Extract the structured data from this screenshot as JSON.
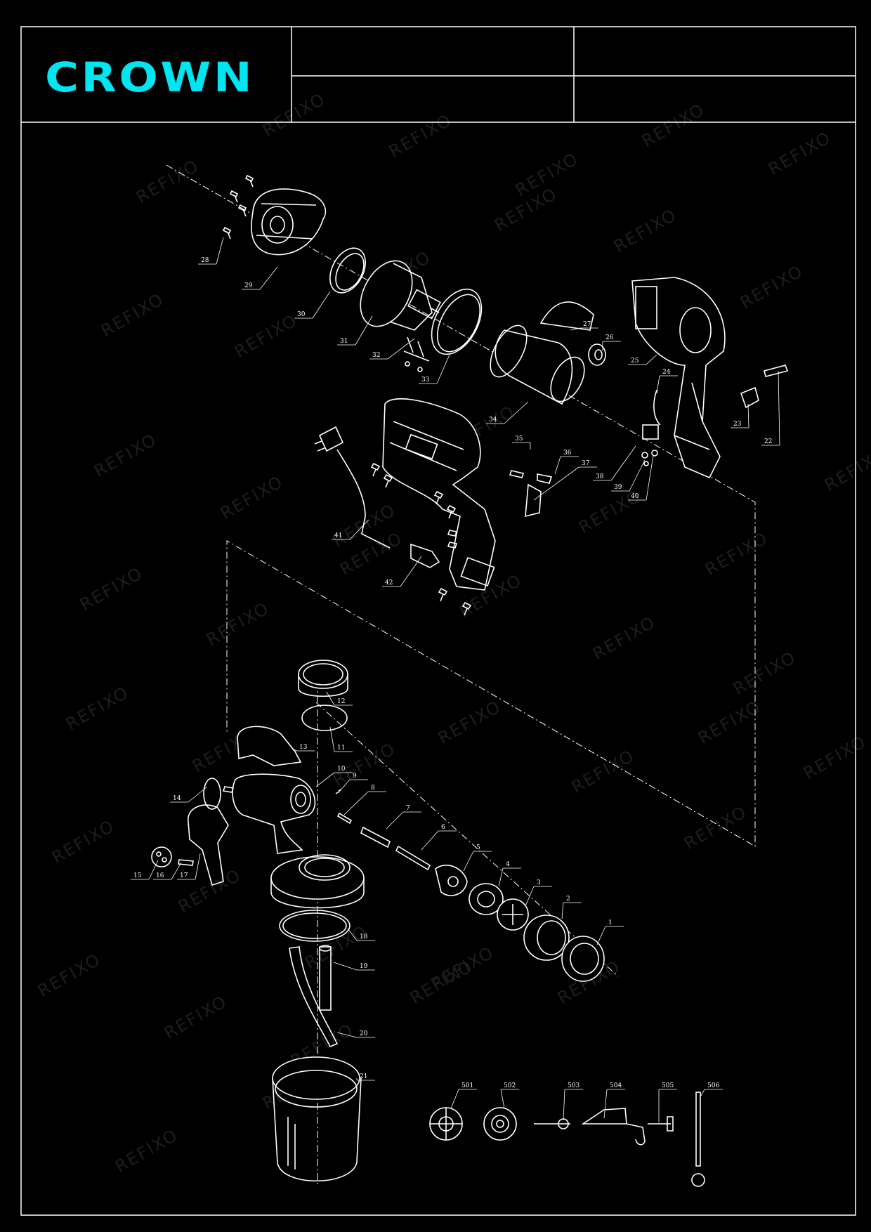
{
  "brand": {
    "name": "CROWN",
    "color": "#00e5f0"
  },
  "title_block": {
    "cell_1": "",
    "cell_2": "",
    "cell_3": "",
    "cell_4": ""
  },
  "watermark": {
    "text": "REFIXO"
  },
  "parts": [
    {
      "id": "1",
      "label": "1"
    },
    {
      "id": "2",
      "label": "2"
    },
    {
      "id": "3",
      "label": "3"
    },
    {
      "id": "4",
      "label": "4"
    },
    {
      "id": "5",
      "label": "5"
    },
    {
      "id": "6",
      "label": "6"
    },
    {
      "id": "7",
      "label": "7"
    },
    {
      "id": "8",
      "label": "8"
    },
    {
      "id": "9",
      "label": "9"
    },
    {
      "id": "10",
      "label": "10"
    },
    {
      "id": "11",
      "label": "11"
    },
    {
      "id": "12",
      "label": "12"
    },
    {
      "id": "13",
      "label": "13"
    },
    {
      "id": "14a",
      "label": "14"
    },
    {
      "id": "15",
      "label": "15"
    },
    {
      "id": "16",
      "label": "16"
    },
    {
      "id": "17",
      "label": "17"
    },
    {
      "id": "18",
      "label": "18"
    },
    {
      "id": "19",
      "label": "19"
    },
    {
      "id": "20",
      "label": "20"
    },
    {
      "id": "21",
      "label": "21"
    },
    {
      "id": "22",
      "label": "22"
    },
    {
      "id": "23",
      "label": "23"
    },
    {
      "id": "24",
      "label": "24"
    },
    {
      "id": "25",
      "label": "25"
    },
    {
      "id": "26",
      "label": "26"
    },
    {
      "id": "27",
      "label": "27"
    },
    {
      "id": "28",
      "label": "28"
    },
    {
      "id": "29",
      "label": "29"
    },
    {
      "id": "30",
      "label": "30"
    },
    {
      "id": "31",
      "label": "31"
    },
    {
      "id": "32",
      "label": "32"
    },
    {
      "id": "33",
      "label": "33"
    },
    {
      "id": "34",
      "label": "34"
    },
    {
      "id": "35",
      "label": "35"
    },
    {
      "id": "36",
      "label": "36"
    },
    {
      "id": "37",
      "label": "37"
    },
    {
      "id": "38",
      "label": "38"
    },
    {
      "id": "39",
      "label": "39"
    },
    {
      "id": "40",
      "label": "40"
    },
    {
      "id": "41",
      "label": "41"
    },
    {
      "id": "42",
      "label": "42"
    },
    {
      "id": "501",
      "label": "501"
    },
    {
      "id": "502",
      "label": "502"
    },
    {
      "id": "503",
      "label": "503"
    },
    {
      "id": "504",
      "label": "504"
    },
    {
      "id": "505",
      "label": "505"
    },
    {
      "id": "506",
      "label": "506"
    }
  ]
}
